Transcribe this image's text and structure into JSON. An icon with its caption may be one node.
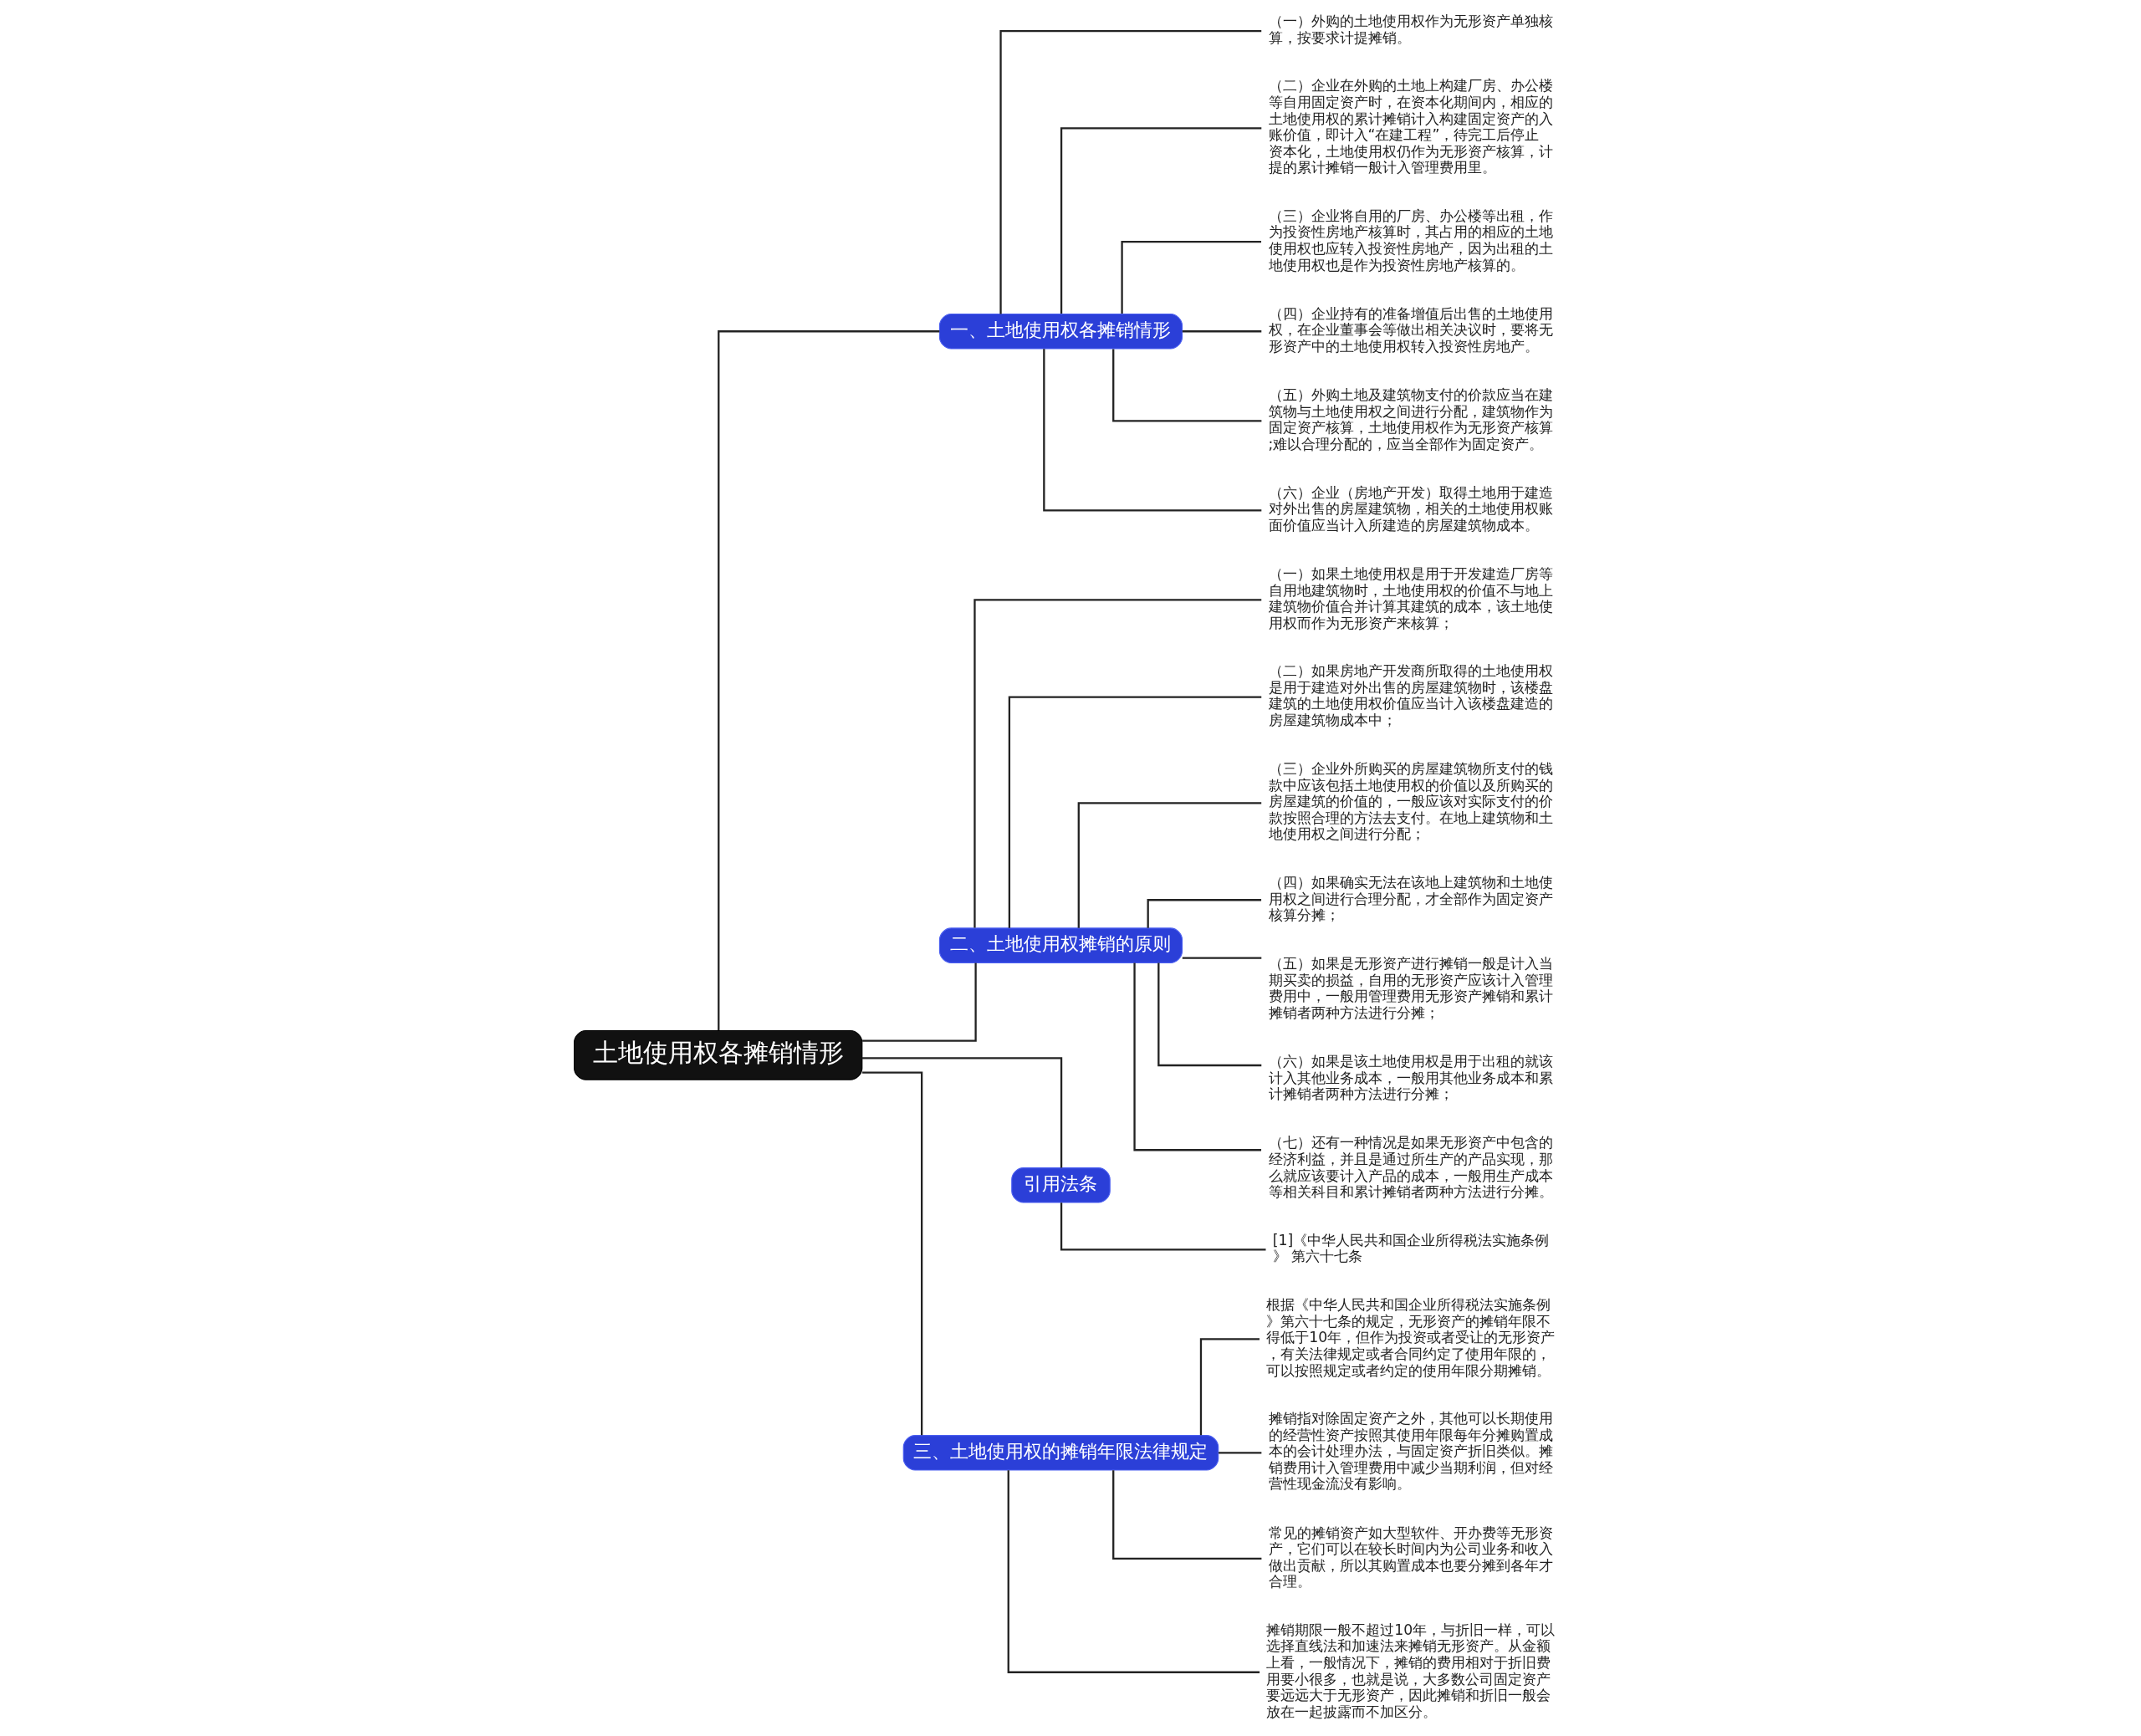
{
  "diagram": {
    "nodes": [
      {
        "text": [
          "土地使用权各摊销情形"
        ]
      },
      {
        "text": [
          "一、土地使用权各摊销情形"
        ]
      },
      {
        "text": [
          "（一）外购的土地使用权作为无形资产单独核算，按要求计提摊销。"
        ]
      },
      {
        "text": [
          "（二）企业在外购的土地上构建厂房、办公楼等自用固定资产时，在资本化期间内，相应的土地使用权的累计摊销计入构建固定资产的入账价值，即计入“在建工程”，待完工后停止资本化，土地使用权仍作为无形资产核算，计提的累计摊销一般计入管理费用里。"
        ]
      },
      {
        "text": [
          "（三）企业将自用的厂房、办公楼等出租，作为投资性房地产核算时，其占用的相应的土地使用权也应转入投资性房地产，因为出租的土地使用权也是作为投资性房地产核算的。"
        ]
      },
      {
        "text": [
          "（四）企业持有的准备增值后出售的土地使用权，在企业董事会等做出相关决议时，要将无形资产中的土地使用权转入投资性房地产。"
        ]
      },
      {
        "text": [
          "（五）外购土地及建筑物支付的价款应当在建筑物与土地使用权之间进行分配，建筑物作为固定资产核算，土地使用权作为无形资产核算;难以合理分配的，应当全部作为固定资产。"
        ]
      },
      {
        "text": [
          "（六）企业（房地产开发）取得土地用于建造对外出售的房屋建筑物，相关的土地使用权账面价值应当计入所建造的房屋建筑物成本。"
        ]
      },
      {
        "text": [
          "二、土地使用权摊销的原则"
        ]
      },
      {
        "text": [
          "（一）如果土地使用权是用于开发建造厂房等自用地建筑物时，土地使用权的价值不与地上建筑物价值合并计算其建筑的成本，该土地使用权而作为无形资产来核算；"
        ]
      },
      {
        "text": [
          "（二）如果房地产开发商所取得的土地使用权是用于建造对外出售的房屋建筑物时，该楼盘建筑的土地使用权价值应当计入该楼盘建造的房屋建筑物成本中；"
        ]
      },
      {
        "text": [
          "（三）企业外所购买的房屋建筑物所支付的钱款中应该包括土地使用权的价值以及所购买的房屋建筑的价值的，一般应该对实际支付的价款按照合理的方法去支付。在地上建筑物和土地使用权之间进行分配；"
        ]
      },
      {
        "text": [
          "（四）如果确实无法在该地上建筑物和土地使用权之间进行合理分配，才全部作为固定资产核算分摊；"
        ]
      },
      {
        "text": [
          "（五）如果是无形资产进行摊销一般是计入当期买卖的损益，自用的无形资产应该计入管理费用中，一般用管理费用无形资产摊销和累计摊销者两种方法进行分摊；"
        ]
      },
      {
        "text": [
          "（六）如果是该土地使用权是用于出租的就该计入其他业务成本，一般用其他业务成本和累计摊销者两种方法进行分摊；"
        ]
      },
      {
        "text": [
          "（七）还有一种情况是如果无形资产中包含的经济利益，并且是通过所生产的产品实现，那么就应该要计入产品的成本，一般用生产成本等相关科目和累计摊销者两种方法进行分摊。"
        ]
      },
      {
        "text": [
          "引用法条"
        ]
      },
      {
        "text": [
          "[1]《中华人民共和国企业所得税法实施条例》 第六十七条"
        ]
      },
      {
        "text": [
          "三、土地使用权的摊销年限法律规定"
        ]
      },
      {
        "text": [
          "根据《中华人民共和国企业所得税法实施条例》第六十七条的规定，无形资产的摊销年限不得低于10年，但作为投资或者受让的无形资产，有关法律规定或者合同约定了使用年限的，可以按照规定或者约定的使用年限分期摊销。"
        ]
      },
      {
        "text": [
          "摊销指对除固定资产之外，其他可以长期使用的经营性资产按照其使用年限每年分摊购置成本的会计处理办法，与固定资产折旧类似。摊销费用计入管理费用中减少当期利润，但对经营性现金流没有影响。"
        ]
      },
      {
        "text": [
          "常见的摊销资产如大型软件、开办费等无形资产，它们可以在较长时间内为公司业务和收入做出贡献，所以其购置成本也要分摊到各年才合理。"
        ]
      },
      {
        "text": [
          "摊销期限一般不超过10年，与折旧一样，可以选择直线法和加速法来摊销无形资产。从金额上看，一般情况下，摊销的费用相对于折旧费用要小很多，也就是说，大多数公司固定资产要远远大于无形资产，因此摊销和折旧一般会放在一起披露而不加区分。"
        ]
      }
    ],
    "edges": [
      {
        "from": 0,
        "to": 1,
        "arrow": "none"
      },
      {
        "from": 1,
        "to": 2,
        "arrow": "none"
      },
      {
        "from": 1,
        "to": 3,
        "arrow": "none"
      },
      {
        "from": 1,
        "to": 4,
        "arrow": "none"
      },
      {
        "from": 1,
        "to": 5,
        "arrow": "none"
      },
      {
        "from": 1,
        "to": 6,
        "arrow": "none"
      },
      {
        "from": 1,
        "to": 7,
        "arrow": "none"
      },
      {
        "from": 0,
        "to": 8,
        "arrow": "none"
      },
      {
        "from": 8,
        "to": 9,
        "arrow": "none"
      },
      {
        "from": 8,
        "to": 10,
        "arrow": "none"
      },
      {
        "from": 8,
        "to": 11,
        "arrow": "none"
      },
      {
        "from": 8,
        "to": 12,
        "arrow": "none"
      },
      {
        "from": 8,
        "to": 13,
        "arrow": "none"
      },
      {
        "from": 8,
        "to": 14,
        "arrow": "none"
      },
      {
        "from": 8,
        "to": 15,
        "arrow": "none"
      },
      {
        "from": 0,
        "to": 16,
        "arrow": "none"
      },
      {
        "from": 16,
        "to": 17,
        "arrow": "none"
      },
      {
        "from": 0,
        "to": 18,
        "arrow": "none"
      },
      {
        "from": 18,
        "to": 19,
        "arrow": "none"
      },
      {
        "from": 18,
        "to": 20,
        "arrow": "none"
      },
      {
        "from": 18,
        "to": 21,
        "arrow": "none"
      },
      {
        "from": 18,
        "to": 22,
        "arrow": "none"
      }
    ]
  }
}
